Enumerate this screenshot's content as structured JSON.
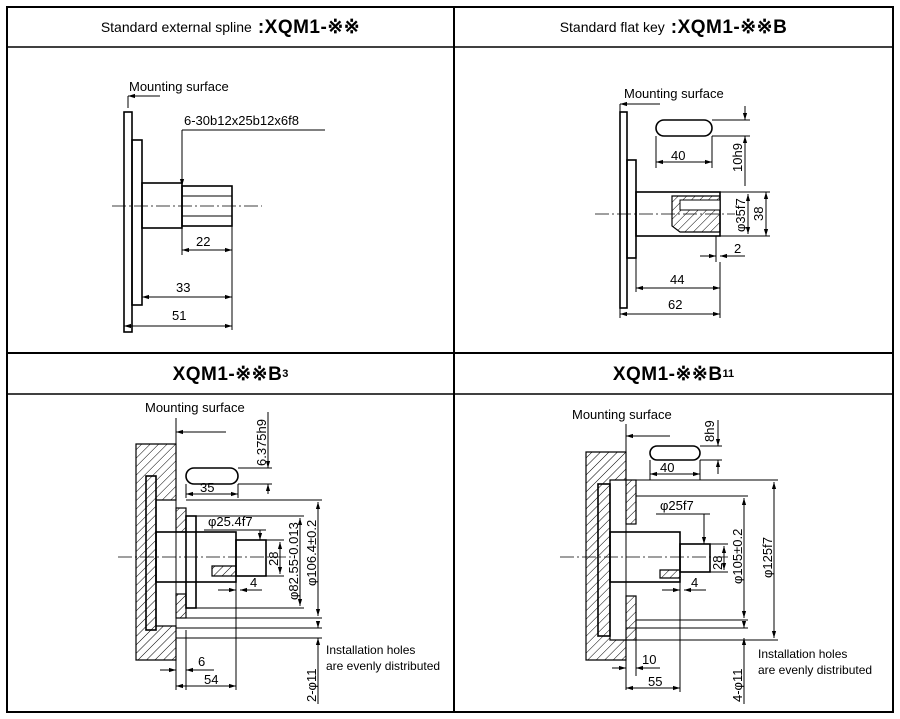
{
  "panels": [
    {
      "id": "external-spline",
      "subtitle": "Standard external spline",
      "code": ":XQM1-※※",
      "suffix": "",
      "mounting_label": "Mounting surface",
      "spec": "6-30b12x25b12x6f8",
      "dims": [
        "22",
        "33",
        "51"
      ]
    },
    {
      "id": "flat-key",
      "subtitle": "Standard flat key",
      "code": ":XQM1-※※B",
      "suffix": "",
      "mounting_label": "Mounting surface",
      "dims": [
        "40",
        "10h9",
        "φ35f7",
        "38",
        "2",
        "44",
        "62"
      ]
    },
    {
      "id": "b3",
      "subtitle": "",
      "code": "XQM1-※※B",
      "suffix": "3",
      "mounting_label": "Mounting surface",
      "dims": [
        "6.375h9",
        "35",
        "φ25.4f7",
        "28",
        "4",
        "φ82.55-0.013",
        "φ106.4±0.2",
        "2-φ11",
        "6",
        "54"
      ],
      "note": [
        "Installation holes",
        "are evenly distributed"
      ]
    },
    {
      "id": "b11",
      "subtitle": "",
      "code": "XQM1-※※B",
      "suffix": "11",
      "mounting_label": "Mounting surface",
      "dims": [
        "8h9",
        "40",
        "φ25f7",
        "28",
        "4",
        "φ105±0.2",
        "φ125f7",
        "4-φ11",
        "10",
        "55"
      ],
      "note": [
        "Installation holes",
        "are evenly distributed"
      ]
    }
  ]
}
